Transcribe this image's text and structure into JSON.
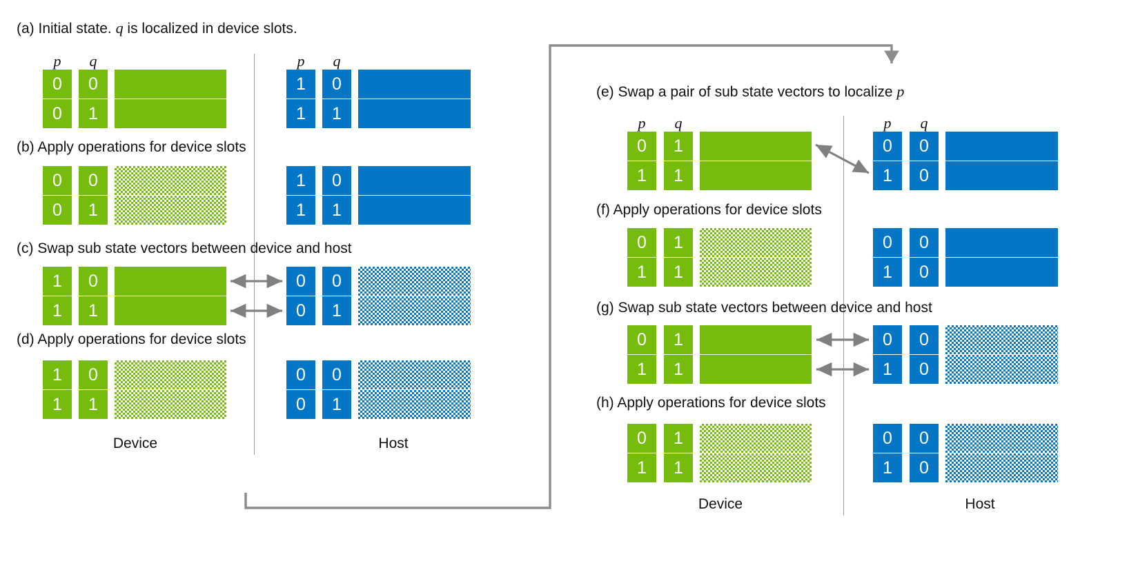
{
  "figure": {
    "colors": {
      "device_green": "#76bc0d",
      "host_blue": "#0575c6",
      "arrow_gray": "#808080",
      "divider_gray": "#9a9a9a"
    },
    "column_headers": {
      "p": "p",
      "q": "q"
    },
    "zone_labels": {
      "device": "Device",
      "host": "Host"
    }
  },
  "panels": [
    {
      "id": "a",
      "caption_prefix": "(a) Initial state. ",
      "caption_italic": "q",
      "caption_suffix": " is localized in device slots.",
      "caption_plain": "(a) Initial state. q is localized in device slots.",
      "show_headers": true,
      "device": {
        "rows": [
          {
            "p": "0",
            "q": "0",
            "bar_fill": "solid"
          },
          {
            "p": "0",
            "q": "1",
            "bar_fill": "solid"
          }
        ]
      },
      "host": {
        "rows": [
          {
            "p": "1",
            "q": "0",
            "bar_fill": "solid"
          },
          {
            "p": "1",
            "q": "1",
            "bar_fill": "solid"
          }
        ]
      },
      "arrows": "none"
    },
    {
      "id": "b",
      "caption_plain": "(b) Apply operations for device slots",
      "show_headers": false,
      "device": {
        "rows": [
          {
            "p": "0",
            "q": "0",
            "bar_fill": "pattern"
          },
          {
            "p": "0",
            "q": "1",
            "bar_fill": "pattern"
          }
        ]
      },
      "host": {
        "rows": [
          {
            "p": "1",
            "q": "0",
            "bar_fill": "solid"
          },
          {
            "p": "1",
            "q": "1",
            "bar_fill": "solid"
          }
        ]
      },
      "arrows": "none"
    },
    {
      "id": "c",
      "caption_plain": "(c) Swap sub state vectors between device and host",
      "show_headers": false,
      "device": {
        "rows": [
          {
            "p": "1",
            "q": "0",
            "bar_fill": "solid"
          },
          {
            "p": "1",
            "q": "1",
            "bar_fill": "solid"
          }
        ]
      },
      "host": {
        "rows": [
          {
            "p": "0",
            "q": "0",
            "bar_fill": "pattern"
          },
          {
            "p": "0",
            "q": "1",
            "bar_fill": "pattern"
          }
        ]
      },
      "arrows": "horizontal-pair"
    },
    {
      "id": "d",
      "caption_plain": "(d) Apply operations for device slots",
      "show_headers": false,
      "device": {
        "rows": [
          {
            "p": "1",
            "q": "0",
            "bar_fill": "pattern"
          },
          {
            "p": "1",
            "q": "1",
            "bar_fill": "pattern"
          }
        ]
      },
      "host": {
        "rows": [
          {
            "p": "0",
            "q": "0",
            "bar_fill": "pattern"
          },
          {
            "p": "0",
            "q": "1",
            "bar_fill": "pattern"
          }
        ]
      },
      "arrows": "none"
    },
    {
      "id": "e",
      "caption_prefix": "(e) Swap a pair of sub state vectors to localize ",
      "caption_italic": "p",
      "caption_suffix": "",
      "caption_plain": "(e) Swap a pair of sub state vectors to localize p",
      "show_headers": true,
      "device": {
        "rows": [
          {
            "p": "0",
            "q": "1",
            "bar_fill": "solid"
          },
          {
            "p": "1",
            "q": "1",
            "bar_fill": "solid"
          }
        ]
      },
      "host": {
        "rows": [
          {
            "p": "0",
            "q": "0",
            "bar_fill": "solid"
          },
          {
            "p": "1",
            "q": "0",
            "bar_fill": "solid"
          }
        ]
      },
      "arrows": "diagonal-single"
    },
    {
      "id": "f",
      "caption_plain": "(f) Apply operations for device slots",
      "show_headers": false,
      "device": {
        "rows": [
          {
            "p": "0",
            "q": "1",
            "bar_fill": "pattern"
          },
          {
            "p": "1",
            "q": "1",
            "bar_fill": "pattern"
          }
        ]
      },
      "host": {
        "rows": [
          {
            "p": "0",
            "q": "0",
            "bar_fill": "solid"
          },
          {
            "p": "1",
            "q": "0",
            "bar_fill": "solid"
          }
        ]
      },
      "arrows": "none"
    },
    {
      "id": "g",
      "caption_plain": "(g) Swap sub state vectors between device and host",
      "show_headers": false,
      "device": {
        "rows": [
          {
            "p": "0",
            "q": "1",
            "bar_fill": "solid"
          },
          {
            "p": "1",
            "q": "1",
            "bar_fill": "solid"
          }
        ]
      },
      "host": {
        "rows": [
          {
            "p": "0",
            "q": "0",
            "bar_fill": "pattern"
          },
          {
            "p": "1",
            "q": "0",
            "bar_fill": "pattern"
          }
        ]
      },
      "arrows": "horizontal-pair"
    },
    {
      "id": "h",
      "caption_plain": "(h) Apply operations for device slots",
      "show_headers": false,
      "device": {
        "rows": [
          {
            "p": "0",
            "q": "1",
            "bar_fill": "pattern"
          },
          {
            "p": "1",
            "q": "1",
            "bar_fill": "pattern"
          }
        ]
      },
      "host": {
        "rows": [
          {
            "p": "0",
            "q": "0",
            "bar_fill": "pattern"
          },
          {
            "p": "1",
            "q": "0",
            "bar_fill": "pattern"
          }
        ]
      },
      "arrows": "none"
    }
  ],
  "loop_arrow": {
    "description": "feedback loop from bottom-left block to panel (e)"
  }
}
